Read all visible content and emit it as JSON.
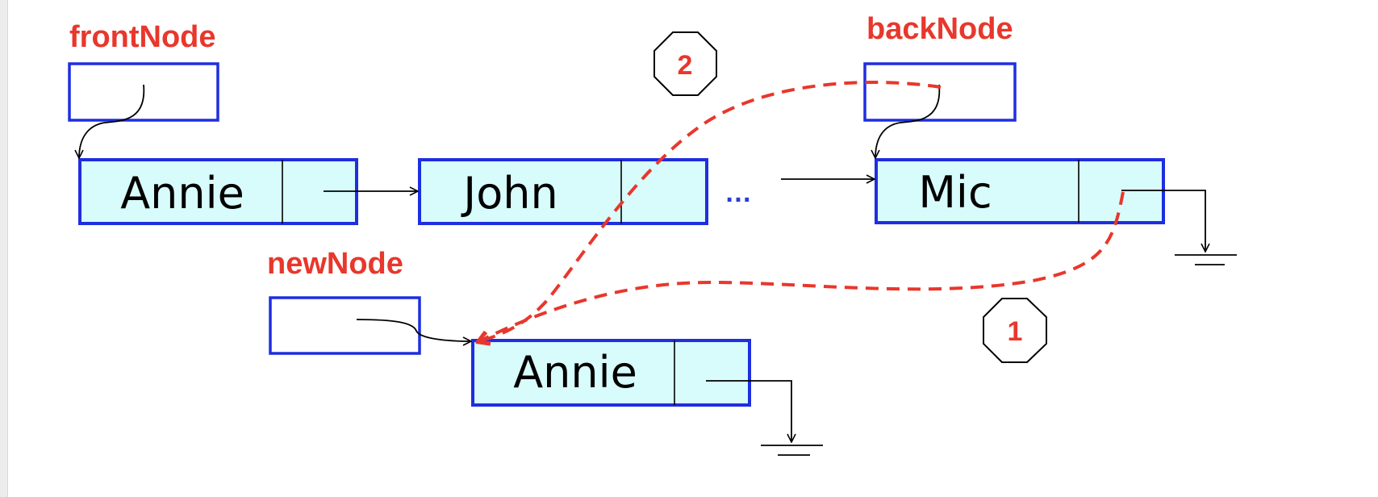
{
  "labels": {
    "front": "frontNode",
    "back": "backNode",
    "new": "newNode"
  },
  "nodes": {
    "annie": "Annie",
    "john": "John",
    "mic": "Mic",
    "new_annie": "Annie"
  },
  "ellipsis": "…",
  "steps": {
    "one": "1",
    "two": "2"
  },
  "colors": {
    "label_red": "#e8372c",
    "box_blue": "#1e2ee0",
    "node_fill": "#d8fbfb"
  }
}
